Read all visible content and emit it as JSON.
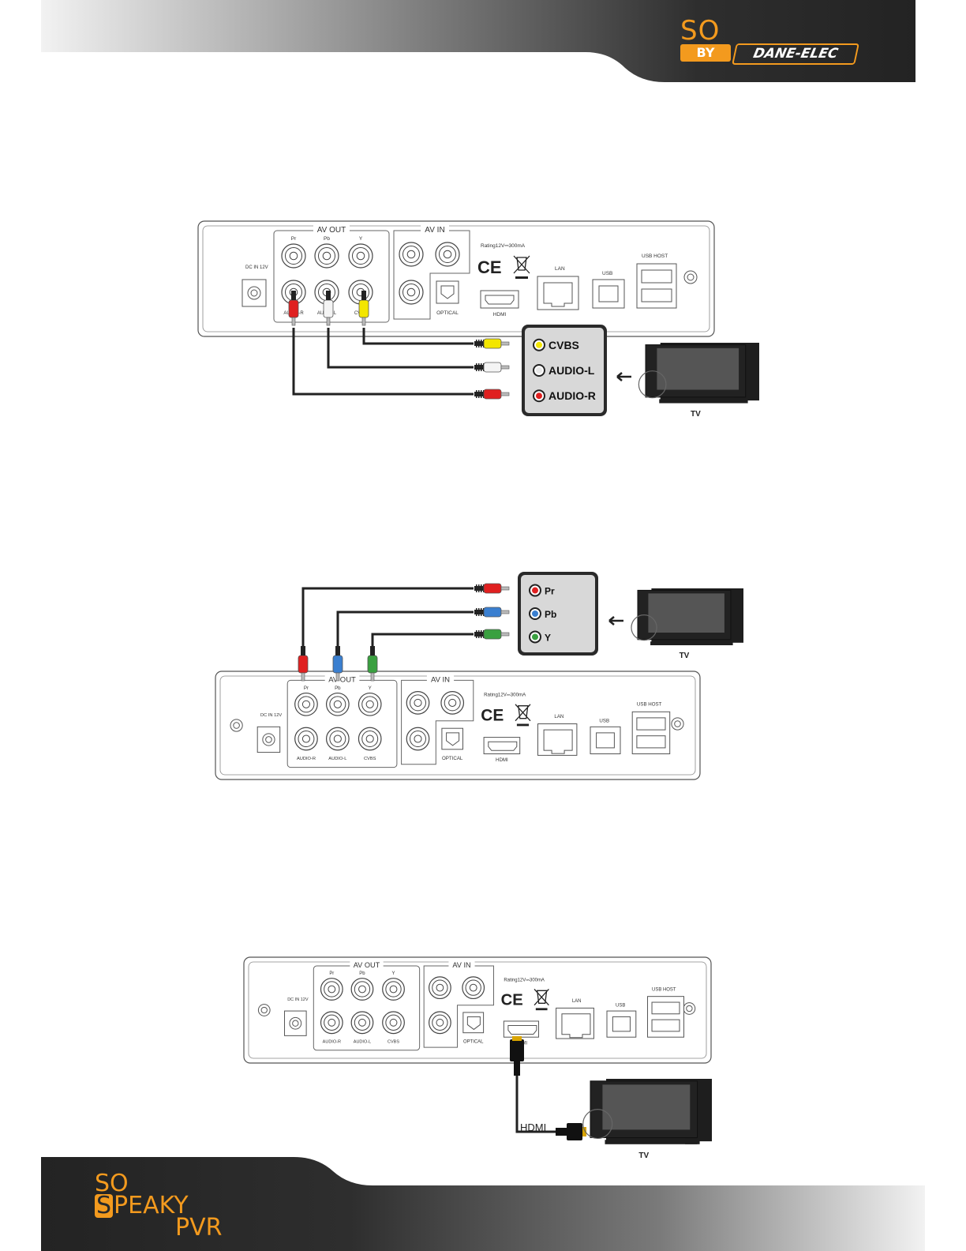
{
  "brand": {
    "so": "SO",
    "by": "BY",
    "dane_elec": "DANE-ELEC"
  },
  "footer_logo": {
    "so": "SO",
    "s_letter": "S",
    "peaky": "PEAKY",
    "pvr": "PVR"
  },
  "panel": {
    "av_out": "AV OUT",
    "av_in": "AV IN",
    "pr": "Pr",
    "pb": "Pb",
    "y": "Y",
    "rating": "Rating12V⎓300mA",
    "ce": "CE",
    "lan": "LAN",
    "usb": "USB",
    "usb_host": "USB HOST",
    "hdmi": "HDMI",
    "optical": "OPTICAL",
    "dc_in": "DC IN 12V",
    "audio_r": "AUDIO-R",
    "audio_l": "AUDIO-L",
    "cvbs": "CVBS"
  },
  "diagram1": {
    "tv_inputs": [
      "CVBS",
      "AUDIO-L",
      "AUDIO-R"
    ],
    "tv_label": "TV"
  },
  "diagram2": {
    "tv_inputs": [
      "Pr",
      "Pb",
      "Y"
    ],
    "tv_label": "TV"
  },
  "diagram3": {
    "cable_label": "HDMI",
    "tv_label": "TV"
  },
  "colors": {
    "orange": "#f39a1e",
    "red": "#e02020",
    "white": "#f4f4f4",
    "yellow": "#f3e600",
    "blue": "#3a7fd0",
    "green": "#3aa040",
    "dark": "#2b2b2b"
  }
}
